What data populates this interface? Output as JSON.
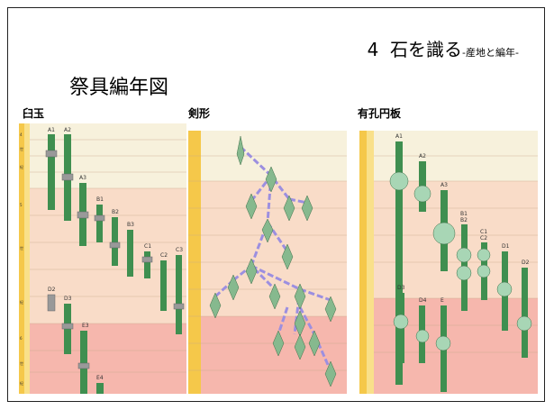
{
  "header": {
    "number": "4",
    "title": "石を識る",
    "subtitle": "-産地と編年-"
  },
  "page_title": "祭具編年図",
  "panels": {
    "left": {
      "label": "臼玉",
      "series": [
        "A1",
        "A2",
        "A3",
        "B1",
        "B2",
        "B3",
        "C1",
        "C2",
        "C3",
        "D2",
        "D3",
        "E3",
        "E4"
      ]
    },
    "middle": {
      "label": "剣形"
    },
    "right": {
      "label": "有孔円板",
      "series": [
        "A1",
        "A2",
        "A3",
        "B1",
        "B2",
        "C1",
        "C2",
        "D1",
        "D2",
        "D3",
        "D4",
        "E"
      ]
    }
  },
  "colors": {
    "band_pale": "#f7f1dc",
    "band_peach": "#f9dcc8",
    "band_salmon": "#f6b7ad",
    "axis_yellow": "#f5c84a",
    "artifact_green": "#3f8f50",
    "blade_green": "#86b98e",
    "link_purple": "#9c8fe0"
  }
}
